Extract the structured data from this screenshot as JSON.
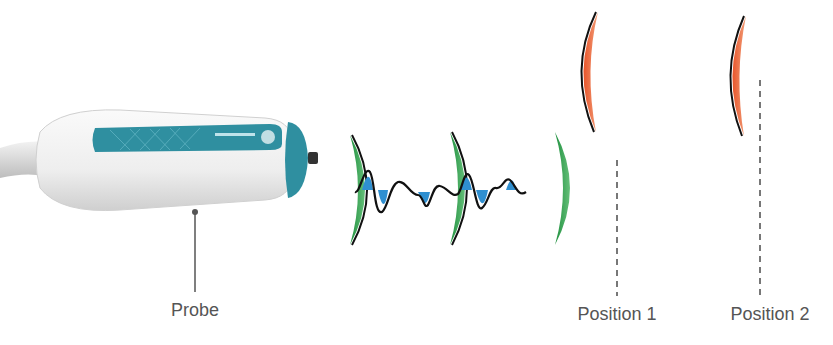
{
  "diagram": {
    "labels": [
      "Probe",
      "Position 1",
      "Position 2"
    ]
  }
}
